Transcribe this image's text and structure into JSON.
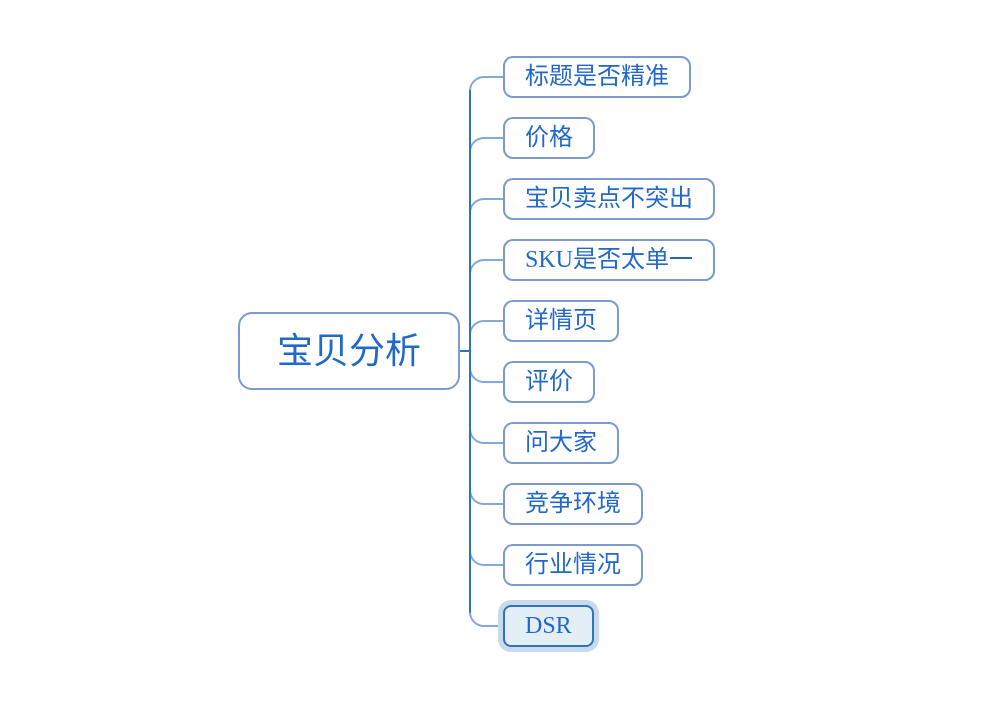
{
  "diagram": {
    "type": "mindmap",
    "root": {
      "label": "宝贝分析"
    },
    "children": [
      {
        "label": "标题是否精准",
        "selected": false
      },
      {
        "label": "价格",
        "selected": false
      },
      {
        "label": "宝贝卖点不突出",
        "selected": false
      },
      {
        "label": "SKU是否太单一",
        "selected": false
      },
      {
        "label": "详情页",
        "selected": false
      },
      {
        "label": "评价",
        "selected": false
      },
      {
        "label": "问大家",
        "selected": false
      },
      {
        "label": "竞争环境",
        "selected": false
      },
      {
        "label": "行业情况",
        "selected": false
      },
      {
        "label": "DSR",
        "selected": true
      }
    ],
    "colors": {
      "background": "#ffffff",
      "node_fill": "#ffffff",
      "node_border": "#7b9ad0",
      "text": "#2268c9",
      "spine": "#2e75b6",
      "branch": "#85a8da",
      "selected_fill": "#e4eef7",
      "selected_border": "#2e75b6",
      "selection_halo": "#c9daec"
    }
  }
}
